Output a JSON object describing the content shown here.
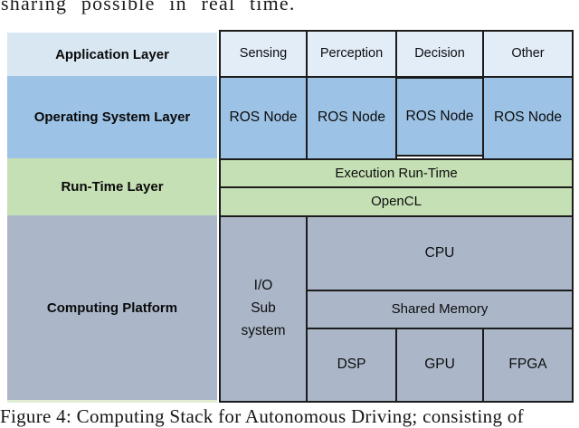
{
  "page": {
    "top_text_fragment": "sharing possible in real time.",
    "caption": "Figure 4: Computing Stack for Autonomous Driving; consisting of"
  },
  "colors": {
    "label_light_blue": "#d9e7f3",
    "cell_light_blue": "#e2edf8",
    "blue": "#9cc2e5",
    "green": "#c5e0b4",
    "gray": "#abb7c9",
    "border_dark": "#1c1c1c",
    "platform_bottom_edge": "#e0edd3"
  },
  "diagram": {
    "layers": [
      {
        "label": "Application Layer"
      },
      {
        "label": "Operating System Layer"
      },
      {
        "label": "Run-Time Layer"
      },
      {
        "label": "Computing Platform"
      }
    ],
    "application_cells": [
      "Sensing",
      "Perception",
      "Decision",
      "Other"
    ],
    "os_cells": [
      "ROS Node",
      "ROS Node",
      "ROS Node",
      "ROS Node"
    ],
    "runtime_cells": [
      "Execution Run-Time",
      "OpenCL"
    ],
    "platform": {
      "io_lines": [
        "I/O",
        "Sub",
        "system"
      ],
      "cpu": "CPU",
      "shared_memory": "Shared Memory",
      "accelerators": [
        "DSP",
        "GPU",
        "FPGA"
      ]
    }
  }
}
